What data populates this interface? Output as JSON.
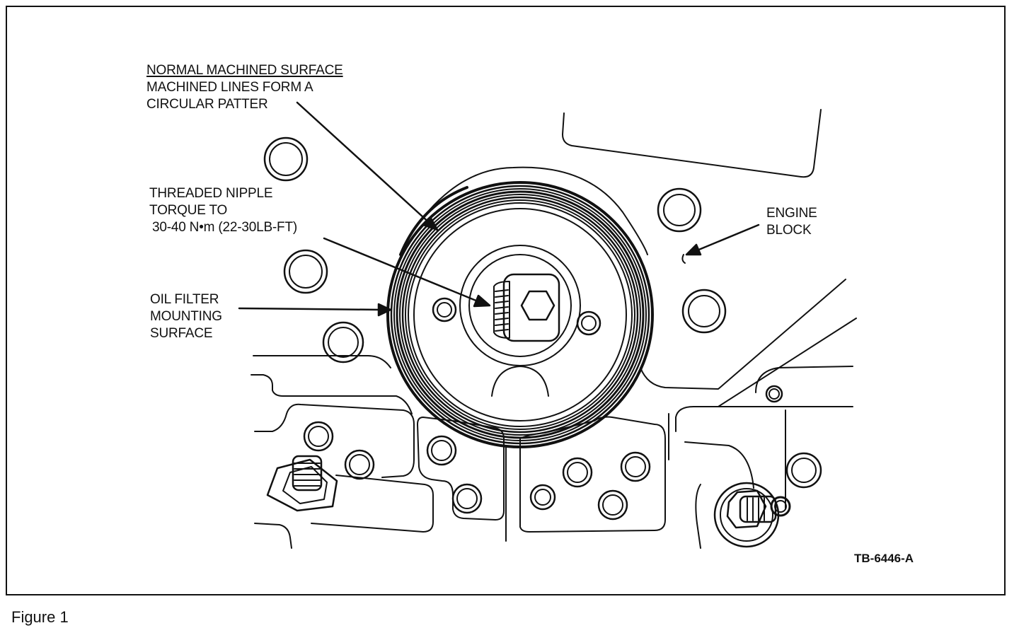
{
  "labels": {
    "normal_machined_surface": {
      "heading": "NORMAL MACHINED SURFACE",
      "line1": "MACHINED LINES FORM A",
      "line2": "CIRCULAR PATTER"
    },
    "threaded_nipple": {
      "line1": "THREADED NIPPLE",
      "line2": "TORQUE TO",
      "line3": "30-40 N•m (22-30LB-FT)"
    },
    "oil_filter": {
      "line1": "OIL FILTER",
      "line2": "MOUNTING",
      "line3": "SURFACE"
    },
    "engine_block": {
      "line1": "ENGINE",
      "line2": "BLOCK"
    }
  },
  "figure_id": "TB-6446-A",
  "caption": "Figure 1",
  "colors": {
    "ink": "#111111",
    "paper": "#ffffff"
  }
}
